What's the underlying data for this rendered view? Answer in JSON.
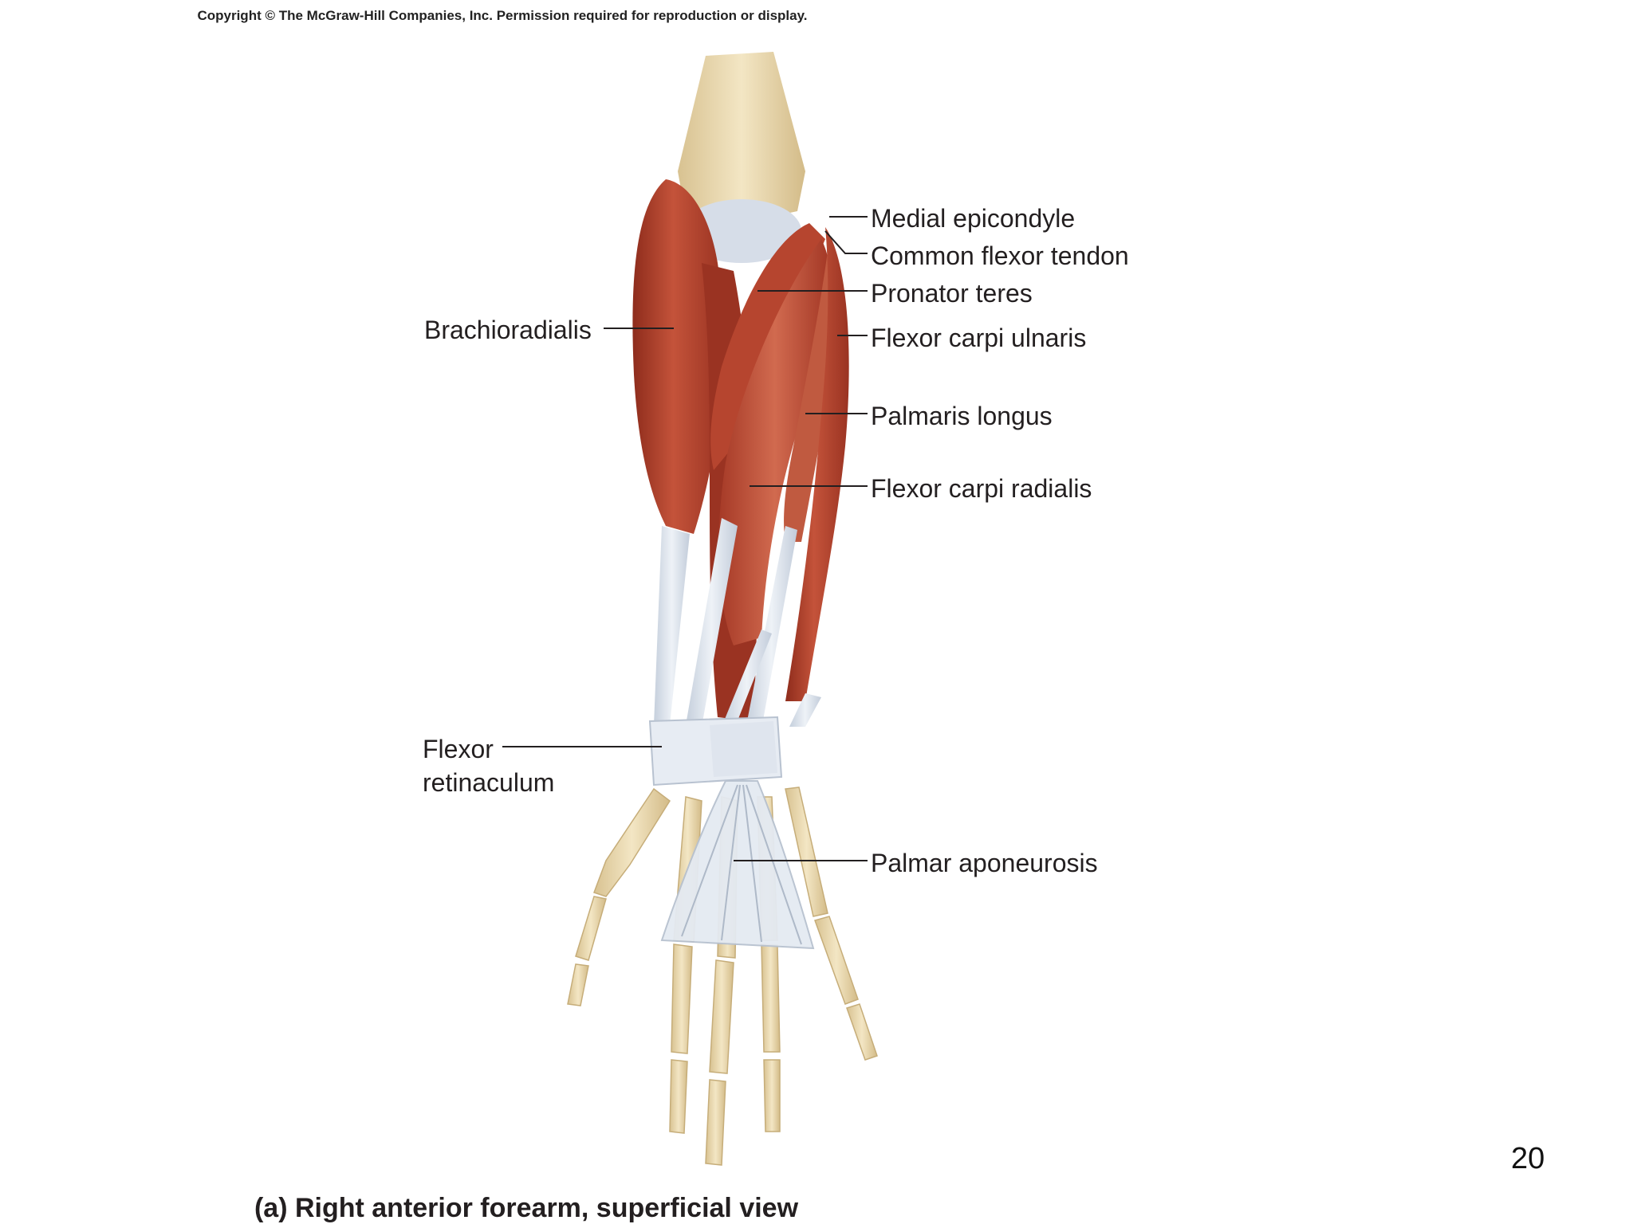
{
  "copyright": "Copyright © The McGraw-Hill Companies, Inc. Permission required for reproduction or display.",
  "labels": {
    "medial_epicondyle": "Medial epicondyle",
    "common_flexor_tendon": "Common flexor tendon",
    "pronator_teres": "Pronator teres",
    "flexor_carpi_ulnaris": "Flexor carpi ulnaris",
    "palmaris_longus": "Palmaris longus",
    "flexor_carpi_radialis": "Flexor carpi radialis",
    "brachioradialis": "Brachioradialis",
    "flexor_retinaculum_line1": "Flexor",
    "flexor_retinaculum_line2": "retinaculum",
    "palmar_aponeurosis": "Palmar aponeurosis"
  },
  "caption": "(a) Right anterior forearm, superficial view",
  "page_number": "20",
  "colors": {
    "muscle": "#b6452f",
    "muscle_dark": "#8e2c1c",
    "muscle_light": "#d16a4f",
    "tendon": "#dde4ee",
    "bone": "#ead9b0",
    "leader": "#231f20"
  }
}
